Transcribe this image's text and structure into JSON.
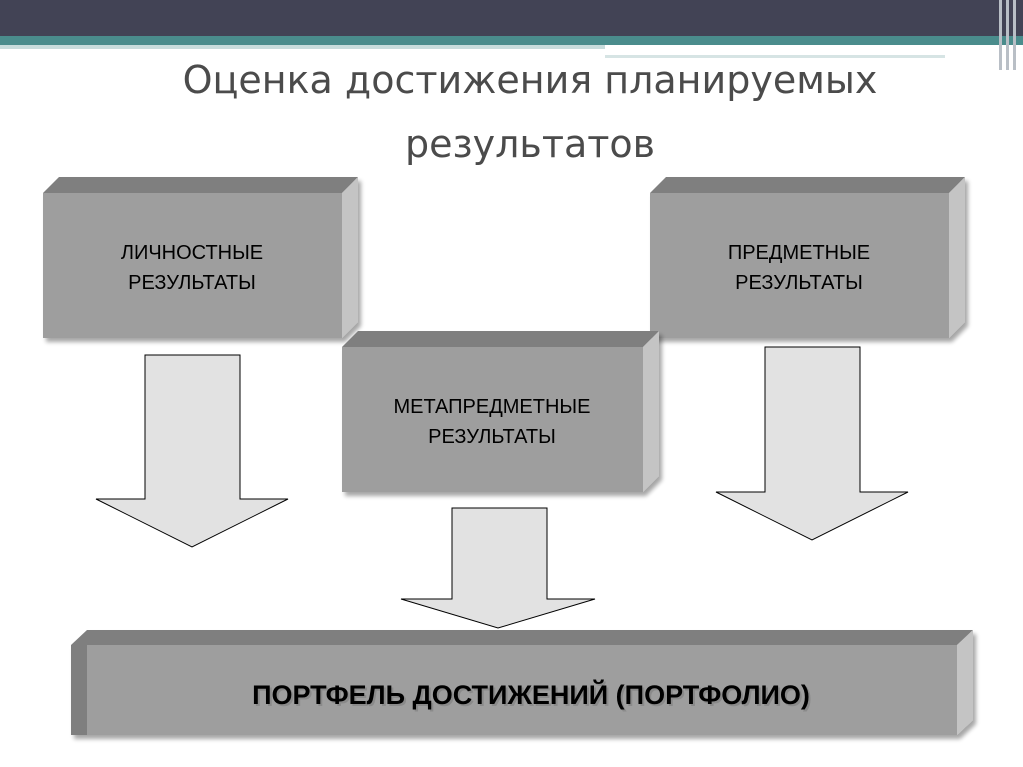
{
  "slide": {
    "title": "Оценка достижения планируемых результатов"
  },
  "diagram": {
    "boxes": [
      {
        "id": "personal",
        "line1": "ЛИЧНОСТНЫЕ",
        "line2": "РЕЗУЛЬТАТЫ"
      },
      {
        "id": "meta",
        "line1": "МЕТАПРЕДМЕТНЫЕ",
        "line2": "РЕЗУЛЬТАТЫ"
      },
      {
        "id": "subject",
        "line1": "ПРЕДМЕТНЫЕ",
        "line2": "РЕЗУЛЬТАТЫ"
      }
    ],
    "target": {
      "label": "ПОРТФЕЛЬ ДОСТИЖЕНИЙ (ПОРТФОЛИО)"
    },
    "colors": {
      "box_front": "#9e9e9e",
      "box_top": "#7f7f7f",
      "box_side": "#c4c4c4",
      "arrow_fill": "#e2e2e2",
      "header_bar": "#424355",
      "accent_teal": "#4a8c8c"
    }
  }
}
